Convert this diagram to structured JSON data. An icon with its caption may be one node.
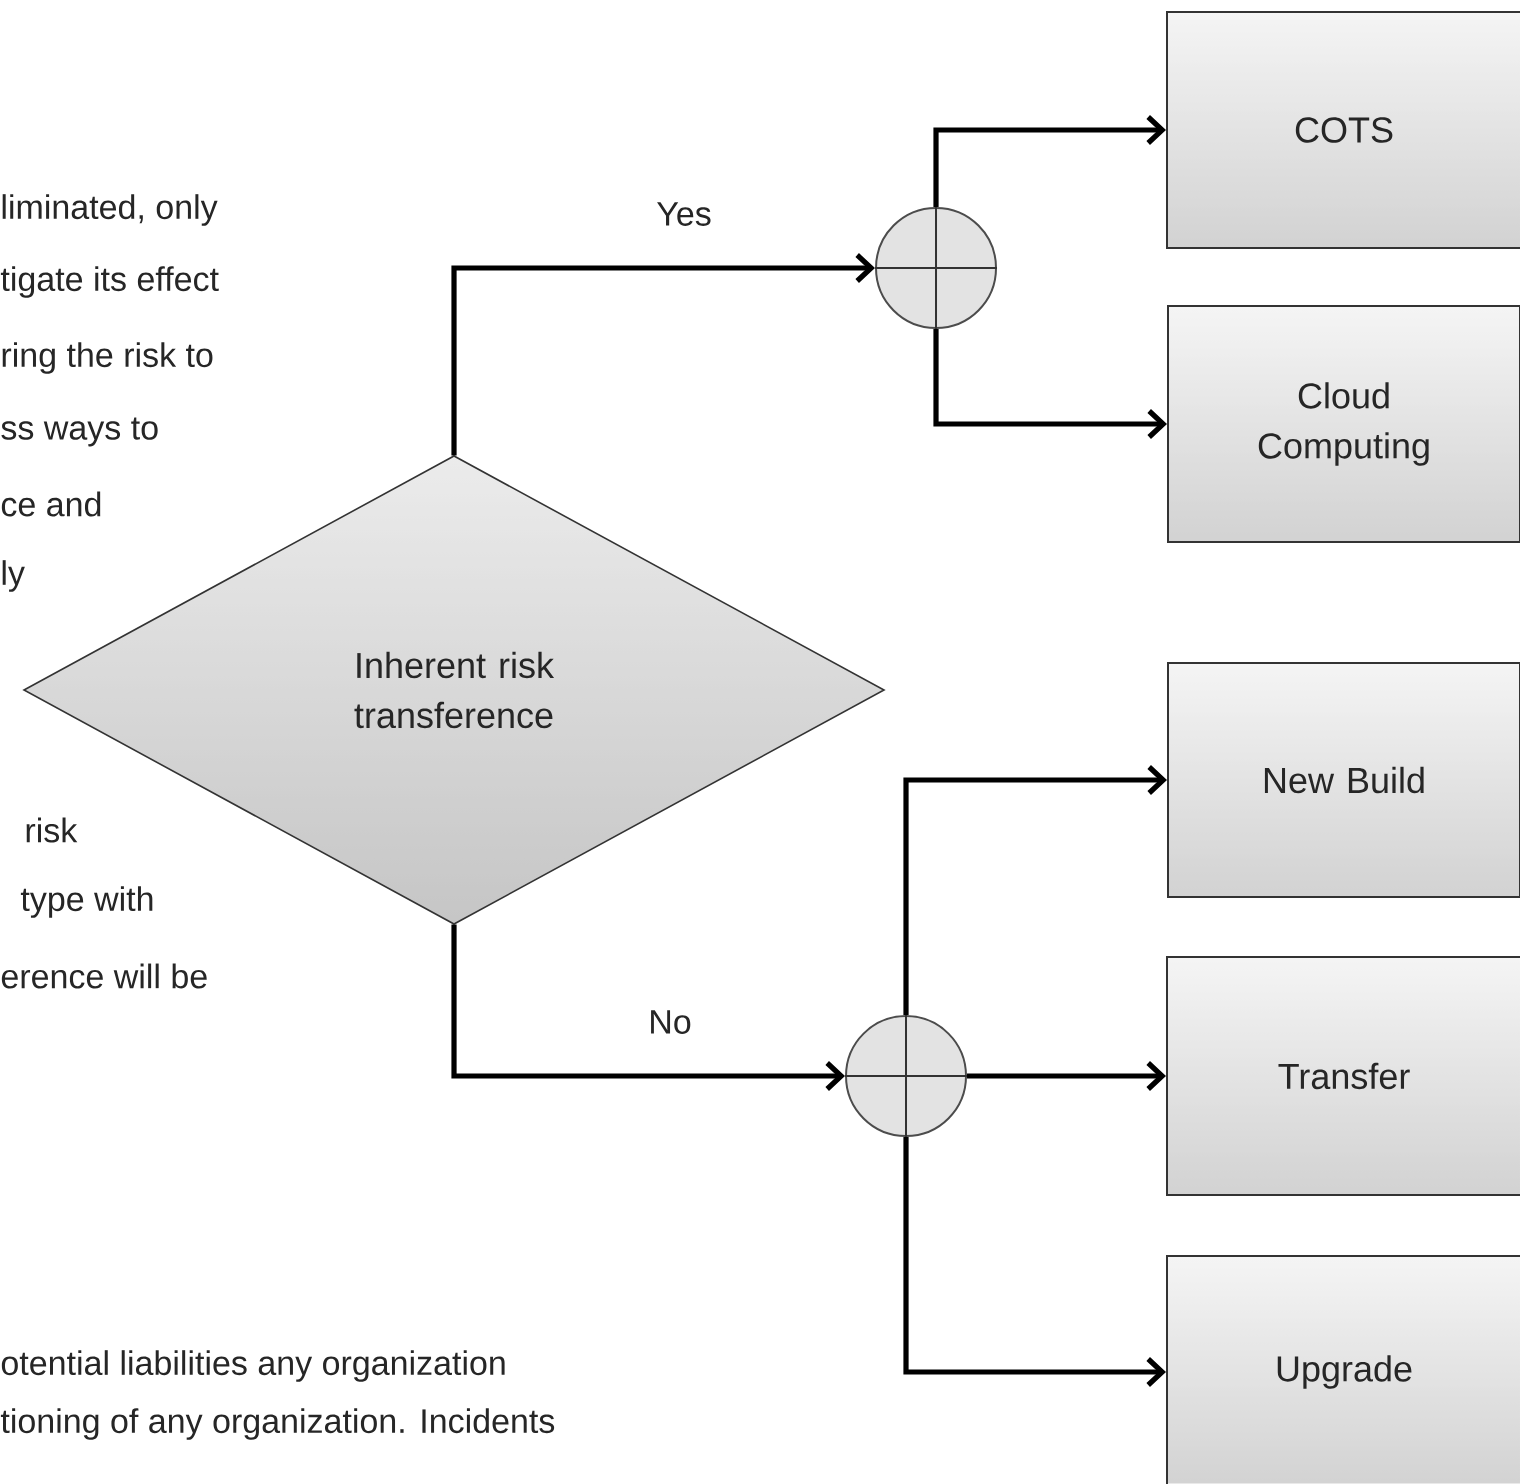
{
  "diagram": {
    "nodes": [
      {
        "text": [
          "Inherent risk transference"
        ]
      },
      {
        "text": [],
        "shape": "circle"
      },
      {
        "text": [],
        "shape": "circle"
      },
      {
        "text": [
          "COTS"
        ]
      },
      {
        "text": [
          "Cloud Computing"
        ]
      },
      {
        "text": [
          "New Build"
        ]
      },
      {
        "text": [
          "Transfer"
        ]
      },
      {
        "text": [
          "Upgrade"
        ]
      }
    ],
    "edges": [
      {
        "from": 0,
        "to": 1,
        "arrow": "to",
        "label": "Yes"
      },
      {
        "from": 0,
        "to": 2,
        "arrow": "to",
        "label": "No"
      },
      {
        "from": 1,
        "to": 3,
        "arrow": "to"
      },
      {
        "from": 1,
        "to": 4,
        "arrow": "to"
      },
      {
        "from": 2,
        "to": 5,
        "arrow": "to"
      },
      {
        "from": 2,
        "to": 6,
        "arrow": "to"
      },
      {
        "from": 2,
        "to": 7,
        "arrow": "to"
      }
    ],
    "labels": [
      "liminated, only",
      "tigate its effect",
      "ring the risk to",
      "ss ways to",
      "ce and",
      "ly",
      "risk",
      "type with",
      "erence will be",
      "otential liabilities any organization",
      "tioning of any organization. Incidents"
    ]
  }
}
